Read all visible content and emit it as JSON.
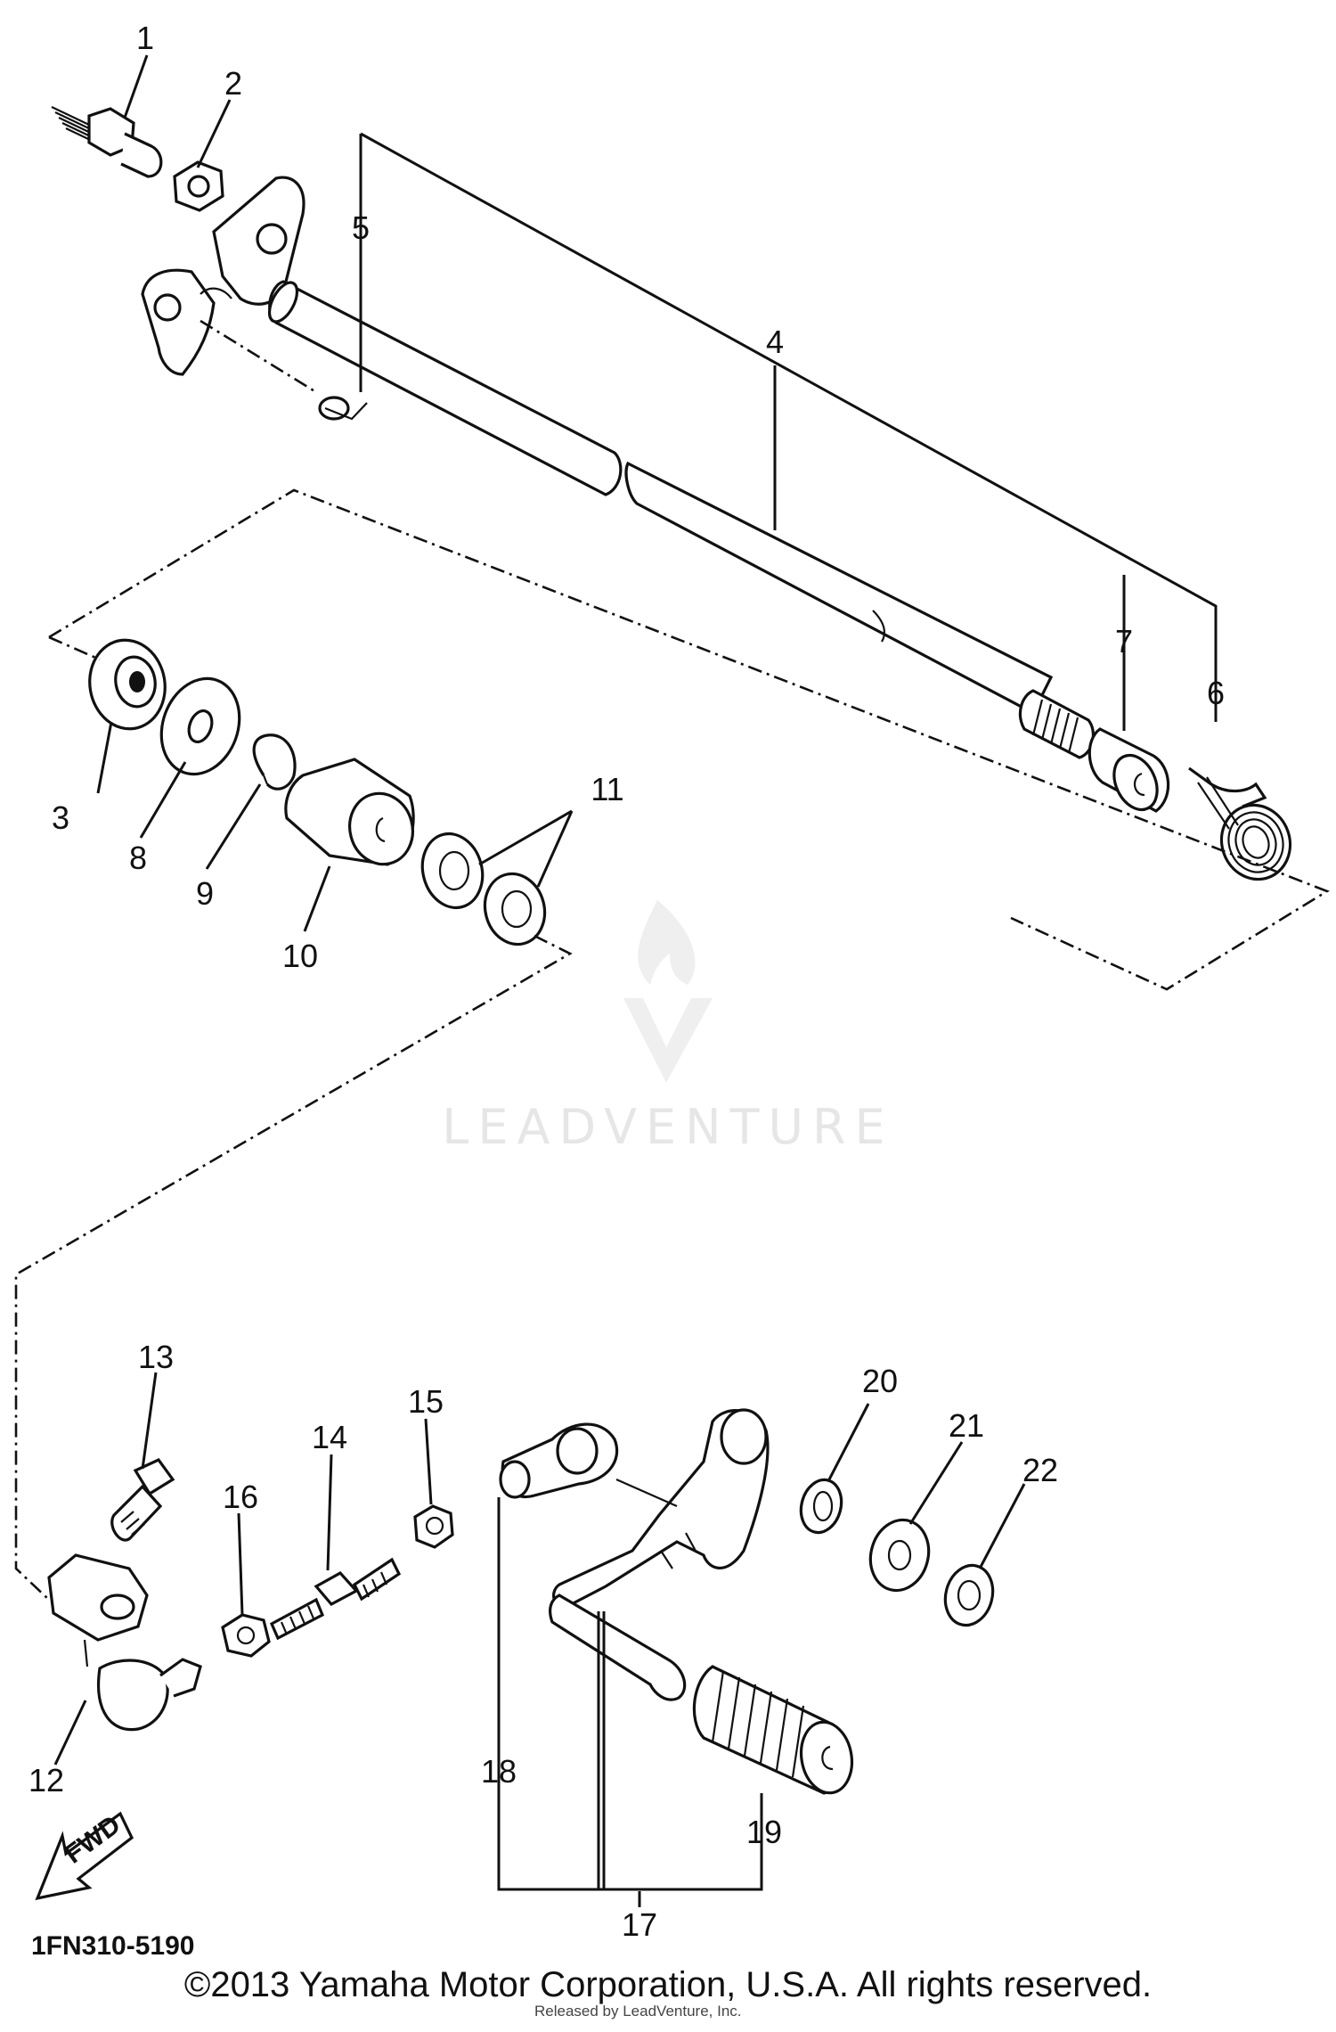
{
  "diagram": {
    "callouts": {
      "c1": "1",
      "c2": "2",
      "c3": "3",
      "c4": "4",
      "c5": "5",
      "c6": "6",
      "c7": "7",
      "c8": "8",
      "c9": "9",
      "c10": "10",
      "c11": "11",
      "c12": "12",
      "c13": "13",
      "c14": "14",
      "c15": "15",
      "c16": "16",
      "c17": "17",
      "c18": "18",
      "c19": "19",
      "c20": "20",
      "c21": "21",
      "c22": "22"
    },
    "fwd_label": "FWD",
    "code": "1FN310-5190"
  },
  "watermark": {
    "text": "LEADVENTURE"
  },
  "footer": {
    "copyright": "©2013 Yamaha Motor Corporation, U.S.A. All rights reserved.",
    "released": "Released by LeadVenture, Inc."
  }
}
